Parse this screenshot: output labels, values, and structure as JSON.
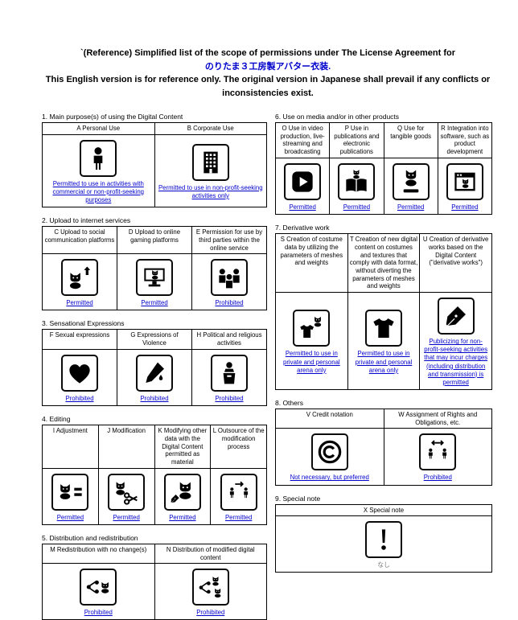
{
  "header": {
    "title_line1": "`(Reference) Simplified list of the scope of permissions under The License Agreement for",
    "title_line2": "のりたま３工房製アバター衣装.",
    "title_line3": "This English version is for reference only. The original version in Japanese shall prevail if any conflicts or inconsistencies exist."
  },
  "colors": {
    "status_link_blue": "#0000cc",
    "title_japanese_blue": "#0000cc",
    "text_black": "#000000"
  },
  "sections": [
    {
      "title": "1. Main purpose(s) of using the Digital Content",
      "items": [
        {
          "label": "A Personal Use",
          "icon": "person-icon",
          "status": "Permitted to use in activities with commercial or non-profit-seeking purposes"
        },
        {
          "label": "B Corporate Use",
          "icon": "building-icon",
          "status": "Permitted to use in non-profit-seeking activities only"
        }
      ]
    },
    {
      "title": "2. Upload to internet services",
      "items": [
        {
          "label": "C Upload to social communication platforms",
          "icon": "cat-upload-icon",
          "status": "Permitted"
        },
        {
          "label": "D Upload to online gaming platforms",
          "icon": "monitor-cat-icon",
          "status": "Permitted"
        },
        {
          "label": "E Permission for use by third parties within the online service",
          "icon": "group-icon",
          "status": "Prohibited"
        }
      ]
    },
    {
      "title": "3. Sensational Expressions",
      "items": [
        {
          "label": "F Sexual expressions",
          "icon": "heart-icon",
          "status": "Prohibited"
        },
        {
          "label": "G Expressions of Violence",
          "icon": "knife-icon",
          "status": "Prohibited"
        },
        {
          "label": "H Political and religious activities",
          "icon": "podium-icon",
          "status": "Prohibited"
        }
      ]
    },
    {
      "title": "4. Editing",
      "items": [
        {
          "label": "I Adjustment",
          "icon": "cat-adjust-icon",
          "status": "Permitted"
        },
        {
          "label": "J Modification",
          "icon": "cat-scissors-icon",
          "status": "Permitted"
        },
        {
          "label": "K Modifying other data with the Digital Content permitted as material",
          "icon": "cat-material-icon",
          "status": "Permitted"
        },
        {
          "label": "L Outsource of the modification process",
          "icon": "outsource-icon",
          "status": "Permitted"
        }
      ]
    },
    {
      "title": "5. Distribution and redistribution",
      "items": [
        {
          "label": "M Redistribution with no change(s)",
          "icon": "share-cat-icon",
          "status": "Prohibited"
        },
        {
          "label": "N Distribution of modified digital content",
          "icon": "share-cats-icon",
          "status": "Prohibited"
        }
      ]
    },
    {
      "title": "6. Use on media and/or in other products",
      "items": [
        {
          "label": "O Use in video production, live-streaming and broadcasting",
          "icon": "video-play-icon",
          "status": "Permitted"
        },
        {
          "label": "P Use in publications and electronic publications",
          "icon": "book-cat-icon",
          "status": "Permitted"
        },
        {
          "label": "Q Use for tangible goods",
          "icon": "figurine-icon",
          "status": "Permitted"
        },
        {
          "label": "R Integration into software, such as product development",
          "icon": "software-window-icon",
          "status": "Permitted"
        }
      ]
    },
    {
      "title": "7. Derivative work",
      "items": [
        {
          "label": "S Creation of costume data by utilizing the parameters of meshes and weights",
          "icon": "costume-cat-icon",
          "status": "Permitted to use in private and personal arena only"
        },
        {
          "label": "T Creation of new digital content on costumes and textures that comply with data format, without diverting the parameters of meshes and weights",
          "icon": "shirt-icon",
          "status": "Permitted to use in private and personal arena only"
        },
        {
          "label": "U Creation of derivative works based on the Digital Content (\"derivative works\")",
          "icon": "pen-icon",
          "status": "Publicizing for non-profit-seeking activities that may incur charges (including distribution and transmission) is permitted"
        }
      ]
    },
    {
      "title": "8. Others",
      "items": [
        {
          "label": "V Credit notation",
          "icon": "copyright-icon",
          "status": "Not necessary, but preferred"
        },
        {
          "label": "W Assignment of Rights and Obligations, etc.",
          "icon": "people-exchange-icon",
          "status": "Prohibited"
        }
      ]
    },
    {
      "title": "9. Special note",
      "items": [
        {
          "label": "X Special note",
          "icon": "exclamation-icon",
          "status": "なし"
        }
      ]
    }
  ]
}
